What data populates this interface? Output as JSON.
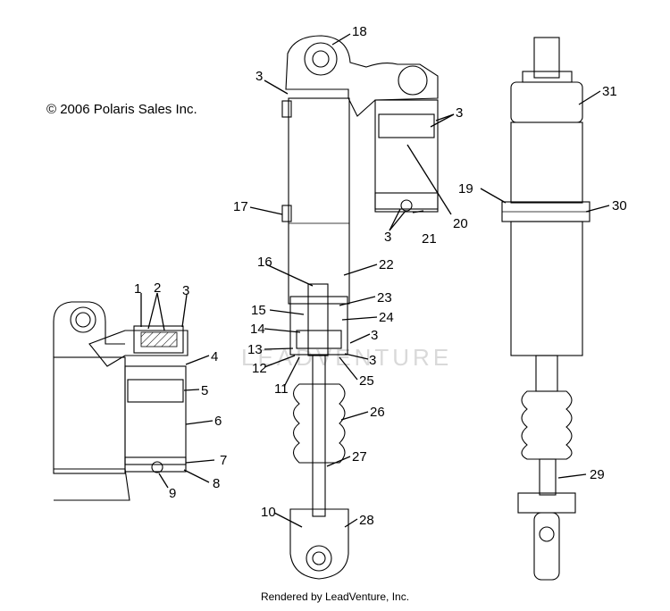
{
  "copyright": "© 2006 Polaris Sales Inc.",
  "footer": "Rendered by LeadVenture, Inc.",
  "watermark": "LEADVENTURE",
  "callouts": [
    "1",
    "2",
    "3",
    "3",
    "3",
    "3",
    "3",
    "3",
    "4",
    "5",
    "6",
    "7",
    "8",
    "9",
    "10",
    "11",
    "12",
    "13",
    "14",
    "15",
    "16",
    "17",
    "18",
    "19",
    "20",
    "21",
    "22",
    "23",
    "24",
    "25",
    "26",
    "27",
    "28",
    "29",
    "30",
    "31"
  ],
  "colors": {
    "outline": "#000000",
    "shade": "#e6e6e6",
    "cap": "#f0f0f0",
    "watermark": "#d9d9d9"
  }
}
